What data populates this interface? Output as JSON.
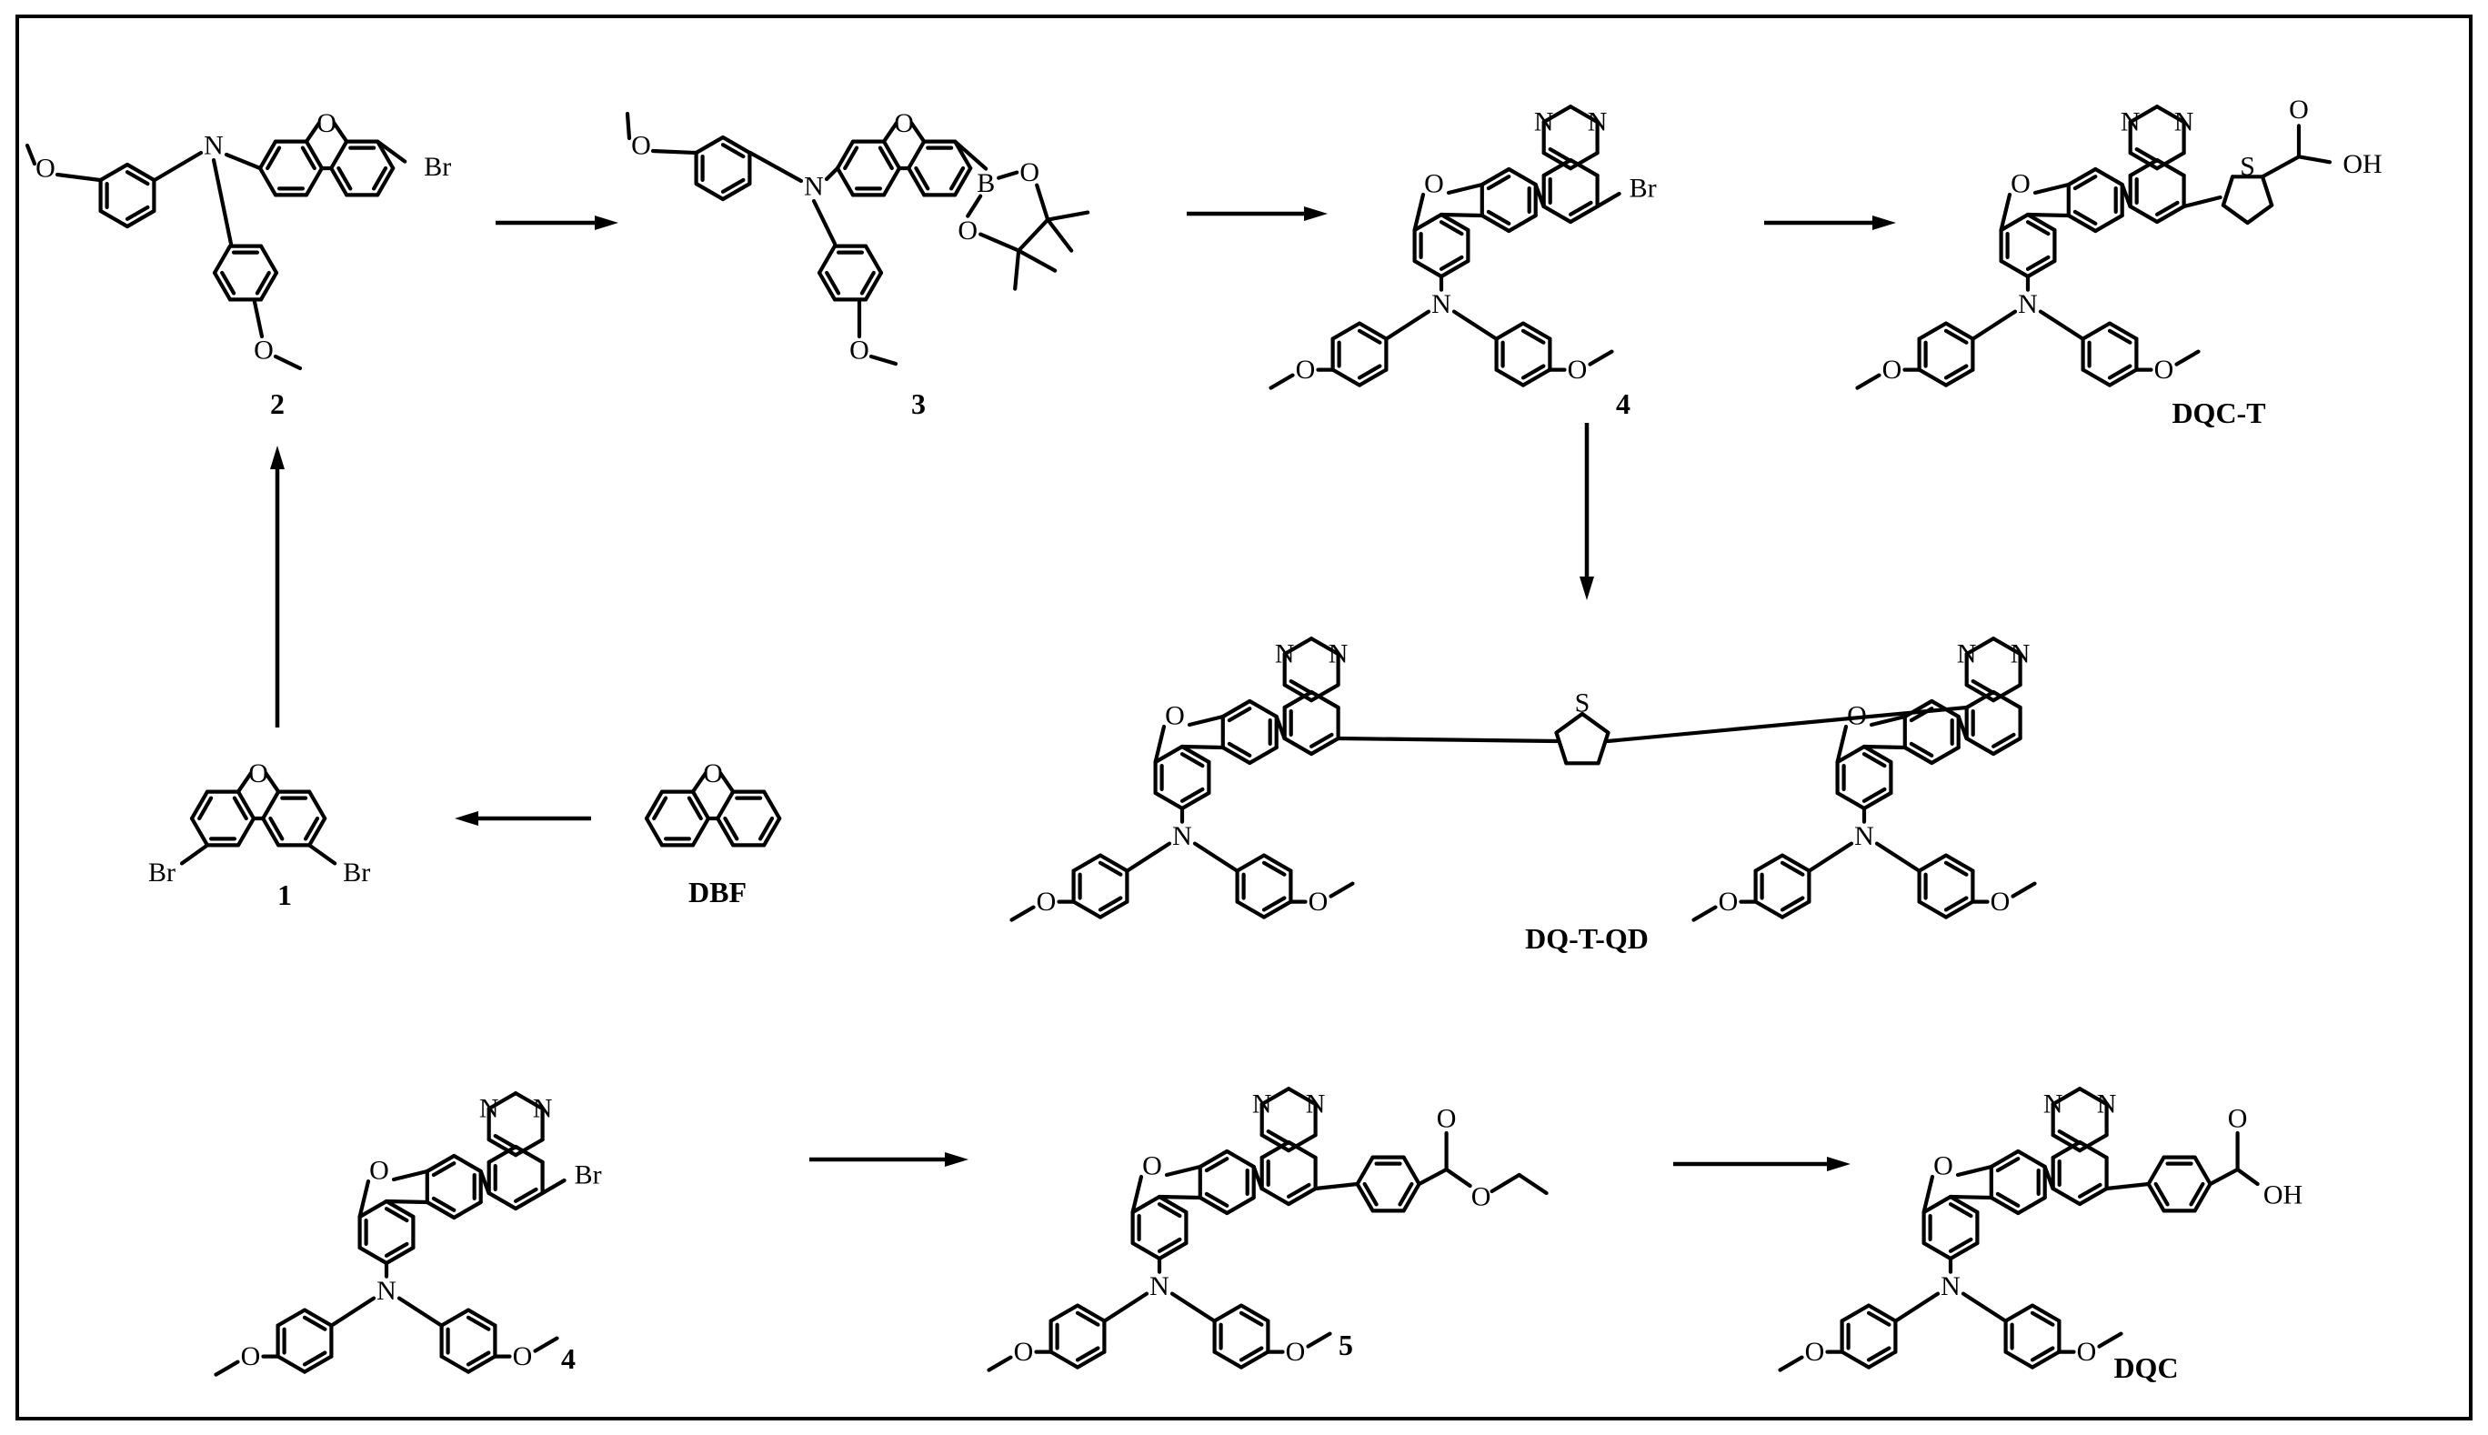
{
  "figure": {
    "compound_labels": {
      "c1": "1",
      "c2": "2",
      "c3": "3",
      "c4": "4",
      "c4b": "4",
      "c5": "5",
      "dbf": "DBF",
      "dqct": "DQC-T",
      "dqtqd": "DQ-T-QD",
      "dqc": "DQC"
    },
    "atom_labels": {
      "O": "O",
      "N": "N",
      "S": "S",
      "B": "B",
      "Br": "Br",
      "OH": "OH"
    },
    "reactions": [
      {
        "from": "DBF",
        "to": "1"
      },
      {
        "from": "1",
        "to": "2"
      },
      {
        "from": "2",
        "to": "3"
      },
      {
        "from": "3",
        "to": "4"
      },
      {
        "from": "4",
        "to": "DQC-T"
      },
      {
        "from": "4",
        "to": "DQ-T-QD"
      },
      {
        "from": "4",
        "to": "5"
      },
      {
        "from": "5",
        "to": "DQC"
      }
    ],
    "colors": {
      "ink": "#000000",
      "background": "#ffffff"
    }
  }
}
